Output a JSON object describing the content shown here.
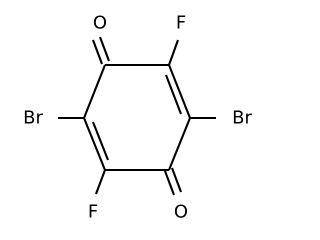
{
  "molecule": {
    "atoms": {
      "o_top": "O",
      "f_top": "F",
      "br_left": "Br",
      "br_right": "Br",
      "f_bottom": "F",
      "o_bottom": "O"
    }
  },
  "colors": {
    "bond": "#000000",
    "text": "#000000",
    "background": "#ffffff"
  }
}
